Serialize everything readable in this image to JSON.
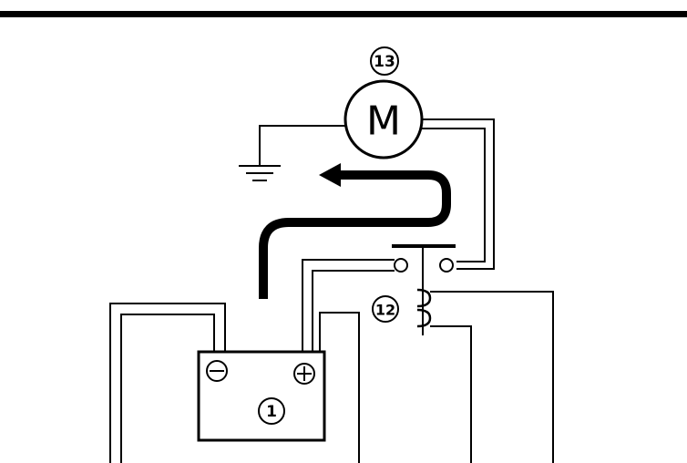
{
  "labels": {
    "motor_callout": "13",
    "motor_symbol": "M",
    "relay_callout": "12",
    "battery_callout": "1",
    "battery_negative": "−",
    "battery_positive": "+"
  },
  "colors": {
    "ink": "#000000",
    "paper": "#ffffff"
  }
}
